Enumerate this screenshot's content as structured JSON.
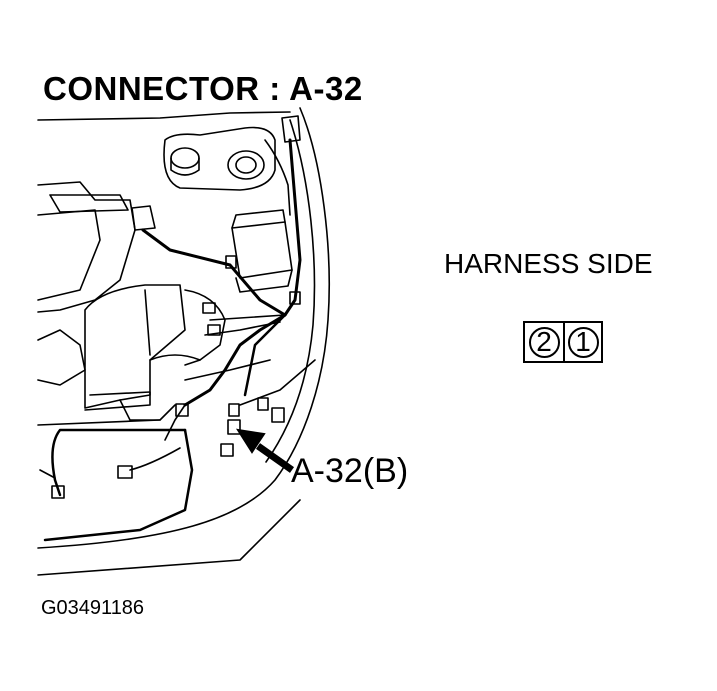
{
  "title": "CONNECTOR : A-32",
  "harness_label": "HARNESS SIDE",
  "connector_pins": [
    "2",
    "1"
  ],
  "callout_label": "A-32(B)",
  "figure_id": "G03491186"
}
